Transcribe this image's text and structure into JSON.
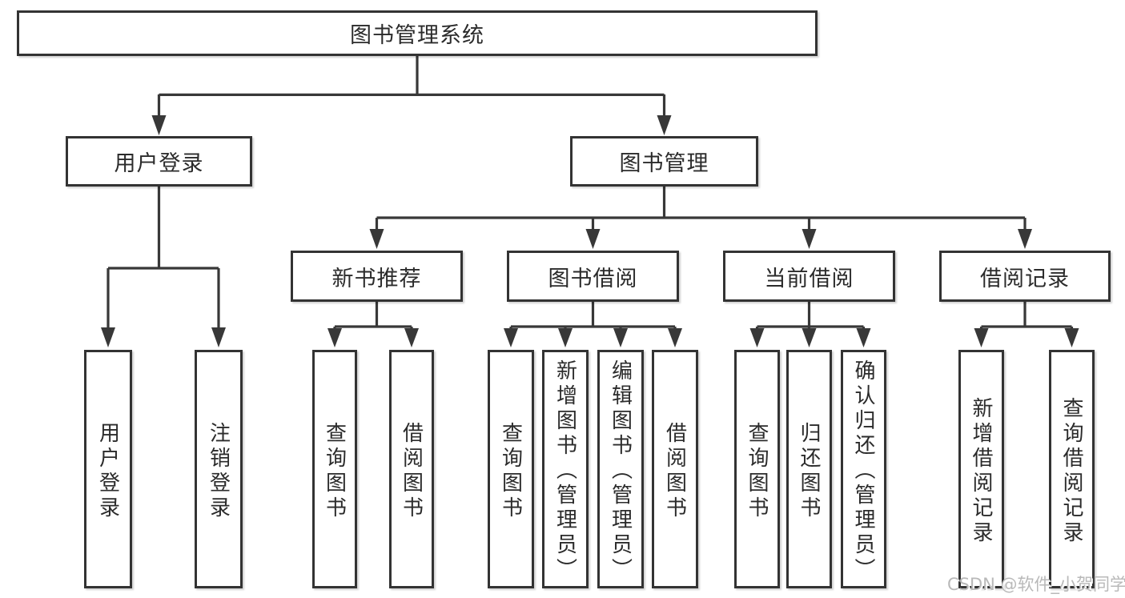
{
  "diagram": {
    "root": "图书管理系统",
    "level2": [
      "用户登录",
      "图书管理"
    ],
    "level3": [
      "新书推荐",
      "图书借阅",
      "当前借阅",
      "借阅记录"
    ],
    "leaves": {
      "user_login": [
        "用户登录",
        "注销登录"
      ],
      "new_book_recommend": [
        "查询图书",
        "借阅图书"
      ],
      "book_borrowing": [
        "查询图书",
        "新增图书（管理员）",
        "编辑图书（管理员）",
        "借阅图书"
      ],
      "current_borrowing": [
        "查询图书",
        "归还图书",
        "确认归还（管理员）"
      ],
      "borrowing_records": [
        "新增借阅记录",
        "查询借阅记录"
      ]
    }
  },
  "watermark": "CSDN @软件_小贺同学",
  "colors": {
    "line": "#383838",
    "border": "#333333",
    "text": "#2b2b2b",
    "watermark": "#b9b9b9",
    "background": "#ffffff"
  }
}
